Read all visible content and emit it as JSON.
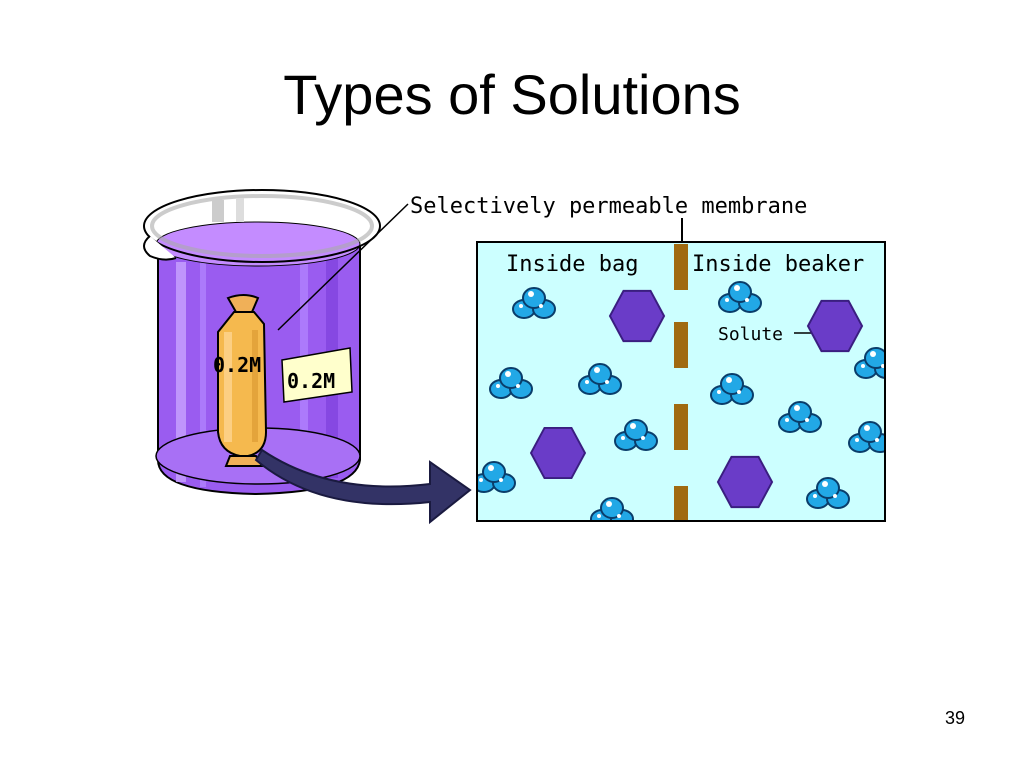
{
  "slide": {
    "title": "Types of Solutions",
    "page_number": "39"
  },
  "diagram": {
    "membrane_label": "Selectively permeable membrane",
    "inside_bag_label": "Inside bag",
    "inside_beaker_label": "Inside beaker",
    "solute_label": "Solute",
    "bag_concentration": "0.2M",
    "beaker_concentration": "0.2M",
    "colors": {
      "beaker_liquid": "#9a5cf0",
      "bag": "#f5b94e",
      "panel_background": "#ccffff",
      "membrane": "#a06a10",
      "solute": "#6a3cc8",
      "water": "#22a8e6",
      "arrow": "#333366"
    }
  }
}
